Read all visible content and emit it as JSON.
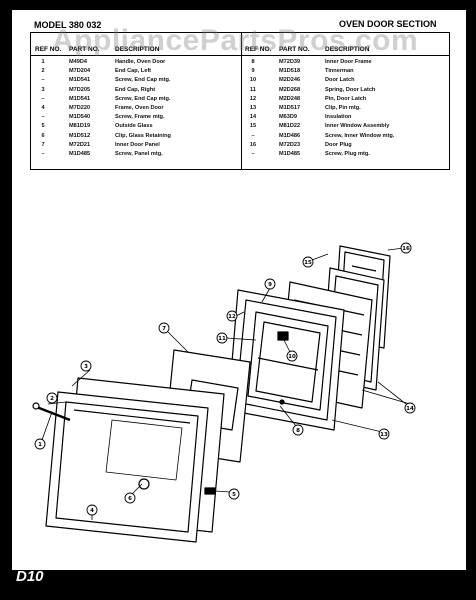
{
  "watermark": "AppliancePartsPros.com",
  "model_title": "MODEL 380 032",
  "section_title": "OVEN DOOR SECTION",
  "table": {
    "header": {
      "ref": "REF NO.",
      "part": "PART NO.",
      "desc": "DESCRIPTION"
    },
    "left": [
      {
        "ref": "1",
        "part": "M49D4",
        "desc": "Handle, Oven Door"
      },
      {
        "ref": "2",
        "part": "M7D204",
        "desc": "End Cap, Left"
      },
      {
        "ref": "–",
        "part": "M1D541",
        "desc": "Screw, End Cap mtg."
      },
      {
        "ref": "3",
        "part": "M7D205",
        "desc": "End Cap, Right"
      },
      {
        "ref": "–",
        "part": "M1D541",
        "desc": "Screw, End Cap mtg."
      },
      {
        "ref": "4",
        "part": "M7D220",
        "desc": "Frame, Oven Door"
      },
      {
        "ref": "–",
        "part": "M1D540",
        "desc": "Screw, Frame mtg."
      },
      {
        "ref": "5",
        "part": "M81D19",
        "desc": "Outside Glass"
      },
      {
        "ref": "6",
        "part": "M1D512",
        "desc": "Clip, Glass Retaining"
      },
      {
        "ref": "7",
        "part": "M72D21",
        "desc": "Inner Door Panel"
      },
      {
        "ref": "–",
        "part": "M1D485",
        "desc": "Screw, Panel mtg."
      }
    ],
    "right": [
      {
        "ref": "8",
        "part": "M72D39",
        "desc": "Inner Door Frame"
      },
      {
        "ref": "9",
        "part": "M1D518",
        "desc": "Tinnerman"
      },
      {
        "ref": "10",
        "part": "M2D246",
        "desc": "Door Latch"
      },
      {
        "ref": "11",
        "part": "M2D268",
        "desc": "Spring, Door Latch"
      },
      {
        "ref": "12",
        "part": "M2D248",
        "desc": "Pin, Door Latch"
      },
      {
        "ref": "13",
        "part": "M1D517",
        "desc": "Clip, Pin mtg."
      },
      {
        "ref": "14",
        "part": "M63D9",
        "desc": "Insulation"
      },
      {
        "ref": "15",
        "part": "M81D22",
        "desc": "Inner Window Assembly"
      },
      {
        "ref": "–",
        "part": "M1D486",
        "desc": "Screw, Inner Window mtg."
      },
      {
        "ref": "16",
        "part": "M72D23",
        "desc": "Door Plug"
      },
      {
        "ref": "–",
        "part": "M1D485",
        "desc": "Screw, Plug mtg."
      }
    ]
  },
  "callouts": [
    "1",
    "2",
    "3",
    "4",
    "5",
    "6",
    "7",
    "8",
    "9",
    "10",
    "11",
    "12",
    "13",
    "14",
    "15",
    "16"
  ],
  "page_code": "D10"
}
